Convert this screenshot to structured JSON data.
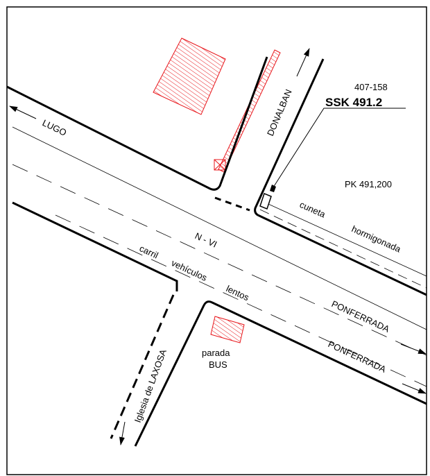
{
  "labels": {
    "lugo": "LUGO",
    "donalban": "DONALBAN",
    "code": "407-158",
    "ssk": "SSK 491.2",
    "pk": "PK 491,200",
    "cuneta": "cuneta",
    "hormigonada": "hormigonada",
    "road": "N - VI",
    "carril": "carril",
    "vehiculos": "vehículos",
    "lentos": "lentos",
    "ponferrada_1": "PONFERRADA",
    "ponferrada_2": "PONFERRADA",
    "iglesia": "Iglesia de LAXOSA",
    "parada": "parada",
    "bus": "BUS"
  },
  "colors": {
    "lines": "#000000",
    "hatch": "#e8161b",
    "background": "#ffffff"
  },
  "icons": {
    "lugo_arrow": "arrow-left-icon",
    "donalban_arrow": "arrow-up-icon",
    "ponferrada_arrow": "arrow-right-icon",
    "iglesia_arrow": "arrow-down-icon",
    "sign": "signpost-icon"
  }
}
